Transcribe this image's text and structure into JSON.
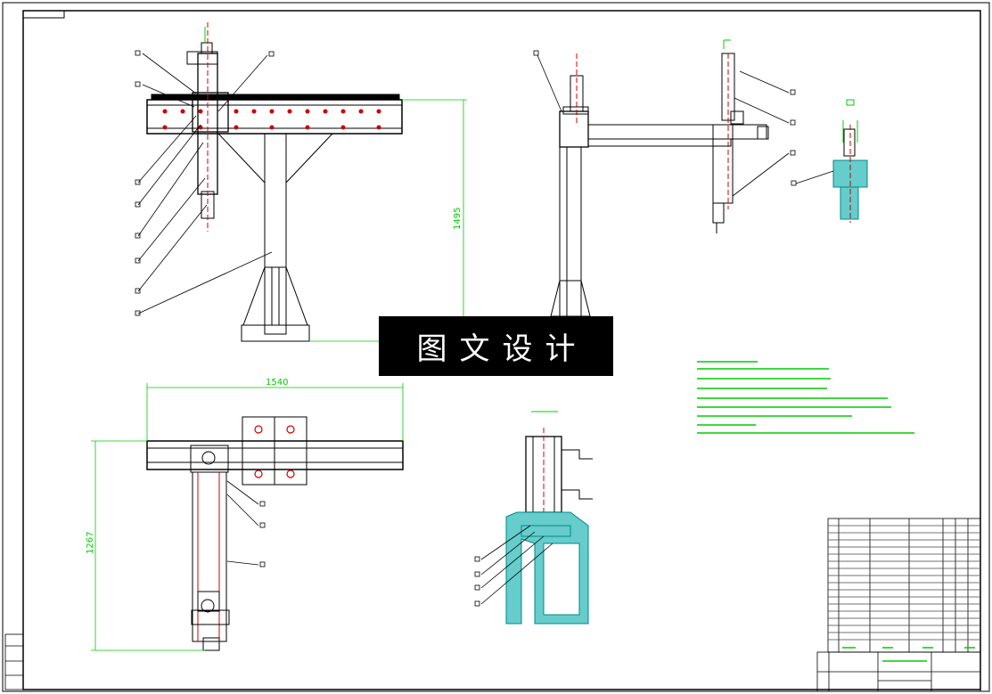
{
  "watermark": {
    "text": "图文设计"
  },
  "dimensions": {
    "height_front": "1495",
    "width_top": "1540",
    "height_top": "1267"
  },
  "colors": {
    "frame": "#000000",
    "dimension": "#00c000",
    "centerline": "#cc0000",
    "section": "#00b8b8",
    "background": "#ffffff"
  }
}
